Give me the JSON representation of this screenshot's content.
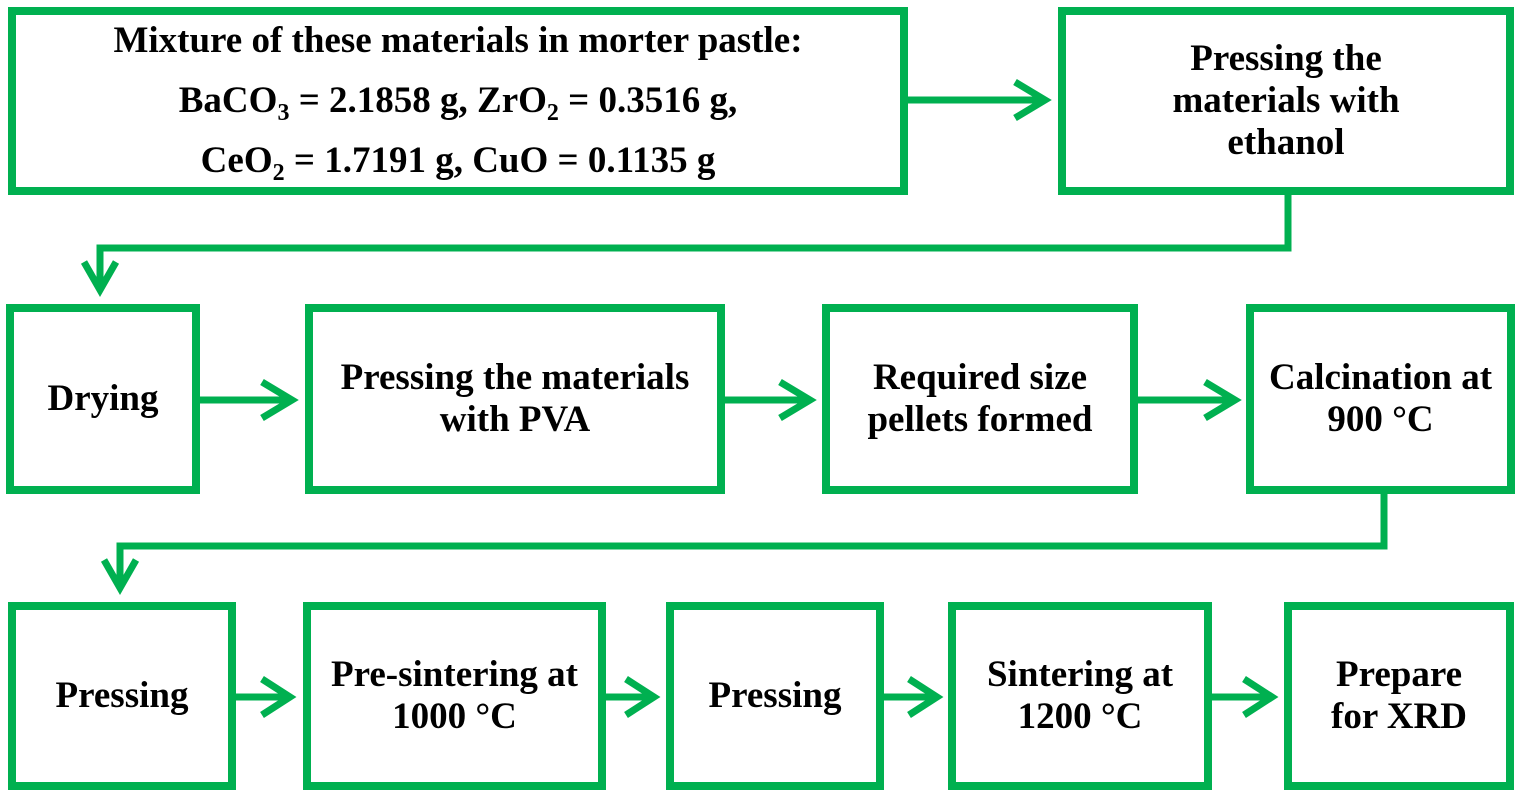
{
  "accent_color": "#00b050",
  "steps": {
    "mixture": {
      "title": "Mixture of these materials in morter pastle:",
      "line2": [
        "BaCO",
        "3",
        " = 2.1858 g, ZrO",
        "2",
        " = 0.3516 g,"
      ],
      "line3": [
        "CeO",
        "2",
        " = 1.7191 g, CuO = 0.1135 g"
      ]
    },
    "ethanol": "Pressing the materials with ethanol",
    "drying": "Drying",
    "pva": "Pressing the materials with PVA",
    "pellets": "Required size pellets formed",
    "calcination": "Calcination at 900 °C",
    "pressing1": "Pressing",
    "presintering": "Pre-sintering at 1000 °C",
    "pressing2": "Pressing",
    "sintering": "Sintering at 1200 °C",
    "xrd": "Prepare for XRD"
  }
}
